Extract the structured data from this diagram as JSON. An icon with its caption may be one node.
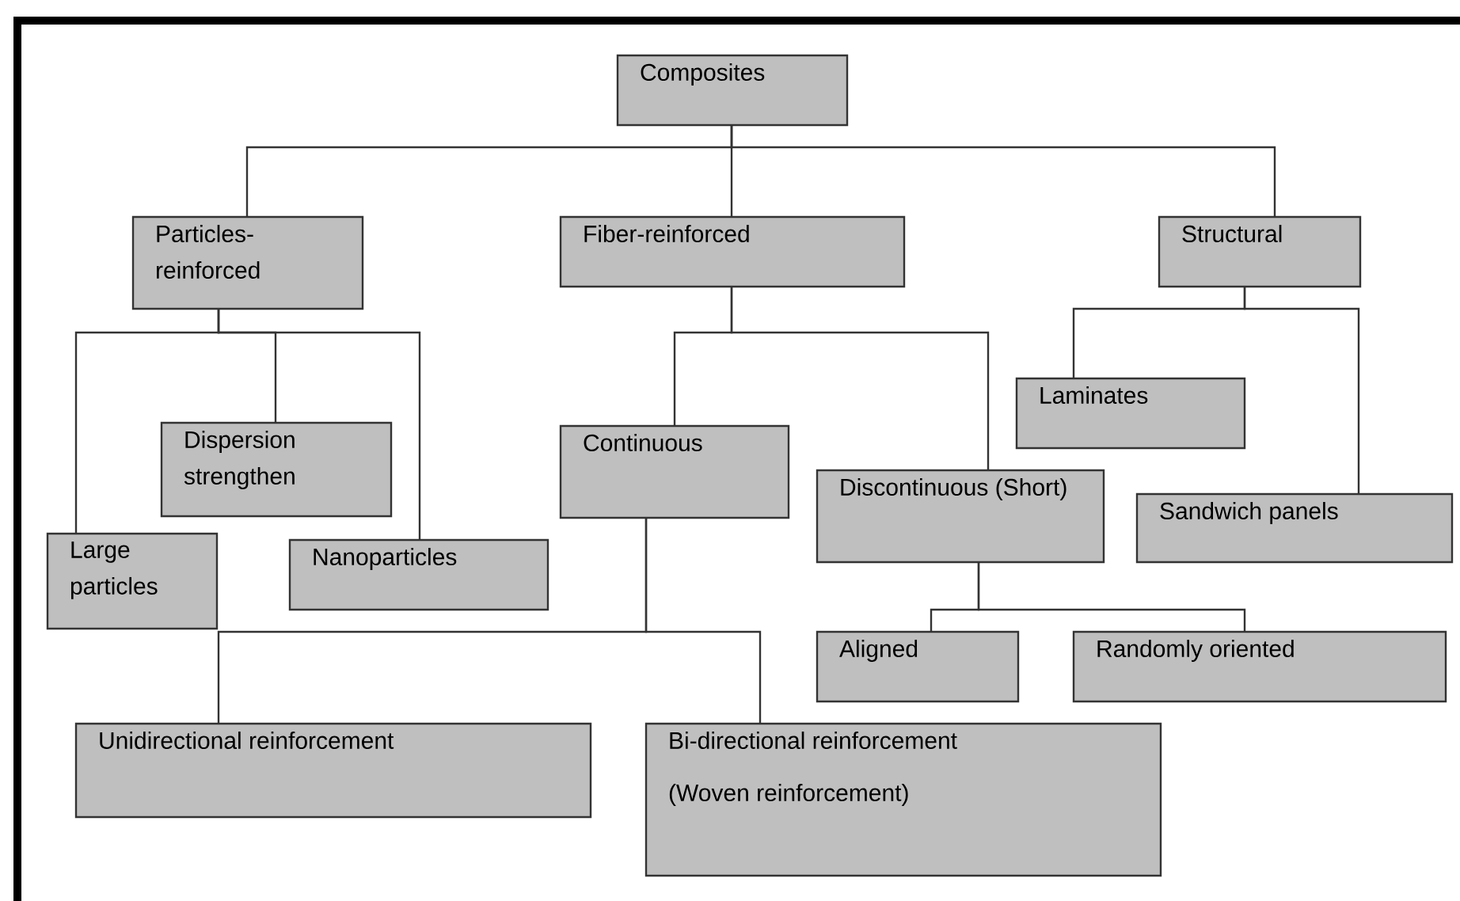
{
  "diagram": {
    "nodes": [
      {
        "text": [
          "Composites"
        ]
      },
      {
        "text": [
          "Particles- reinforced"
        ]
      },
      {
        "text": [
          "Fiber-reinforced"
        ]
      },
      {
        "text": [
          "Structural"
        ]
      },
      {
        "text": [
          "Large particles"
        ]
      },
      {
        "text": [
          "Dispersion strengthen"
        ]
      },
      {
        "text": [
          "Nanoparticles"
        ]
      },
      {
        "text": [
          "Continuous"
        ]
      },
      {
        "text": [
          "Discontinuous (Short)"
        ]
      },
      {
        "text": [
          "Laminates"
        ]
      },
      {
        "text": [
          "Sandwich panels"
        ]
      },
      {
        "text": [
          "Aligned"
        ]
      },
      {
        "text": [
          "Randomly oriented"
        ]
      },
      {
        "text": [
          "Unidirectional reinforcement"
        ]
      },
      {
        "text": [
          "Bi-directional reinforcement",
          "(Woven reinforcement)"
        ]
      }
    ],
    "edges": [
      {
        "from": 0,
        "to": 1,
        "arrow": "none"
      },
      {
        "from": 0,
        "to": 2,
        "arrow": "none"
      },
      {
        "from": 0,
        "to": 3,
        "arrow": "none"
      },
      {
        "from": 1,
        "to": 4,
        "arrow": "none"
      },
      {
        "from": 1,
        "to": 5,
        "arrow": "none"
      },
      {
        "from": 1,
        "to": 6,
        "arrow": "none"
      },
      {
        "from": 2,
        "to": 7,
        "arrow": "none"
      },
      {
        "from": 2,
        "to": 8,
        "arrow": "none"
      },
      {
        "from": 3,
        "to": 9,
        "arrow": "none"
      },
      {
        "from": 3,
        "to": 10,
        "arrow": "none"
      },
      {
        "from": 7,
        "to": 13,
        "arrow": "none"
      },
      {
        "from": 7,
        "to": 14,
        "arrow": "none"
      },
      {
        "from": 8,
        "to": 11,
        "arrow": "none"
      },
      {
        "from": 8,
        "to": 12,
        "arrow": "none"
      }
    ]
  }
}
